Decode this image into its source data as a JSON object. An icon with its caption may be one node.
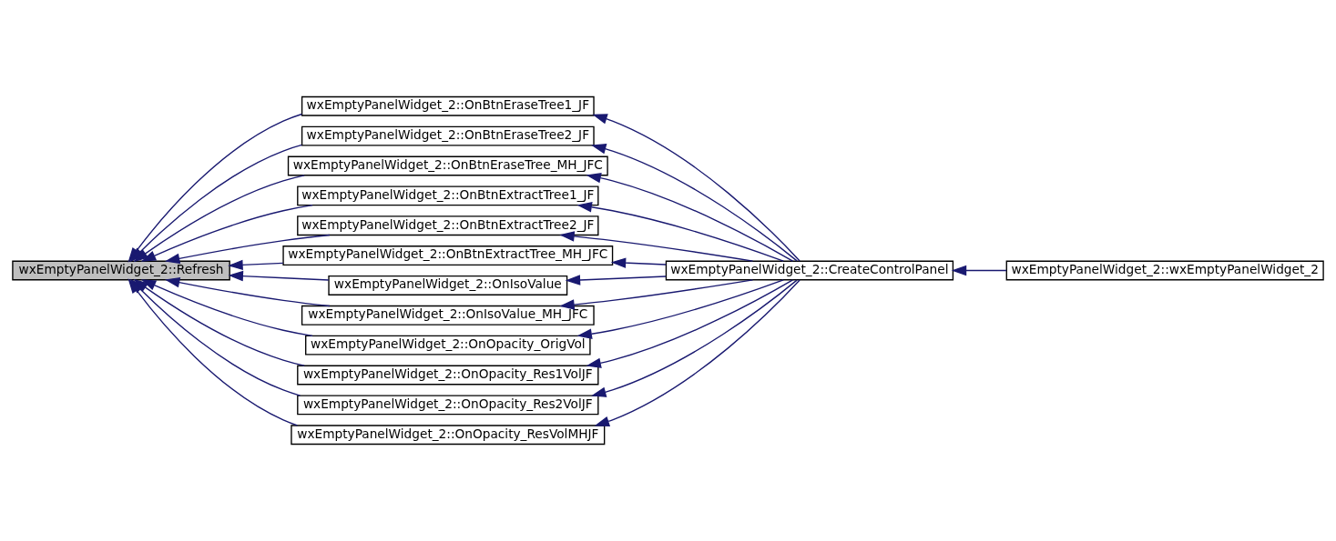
{
  "diagram": {
    "nodes": [
      {
        "text": [
          "wxEmptyPanelWidget_2::Refresh"
        ]
      },
      {
        "text": [
          "wxEmptyPanelWidget_2::OnBtnEraseTree1_JF"
        ]
      },
      {
        "text": [
          "wxEmptyPanelWidget_2::OnBtnEraseTree2_JF"
        ]
      },
      {
        "text": [
          "wxEmptyPanelWidget_2::OnBtnEraseTree_MH_JFC"
        ]
      },
      {
        "text": [
          "wxEmptyPanelWidget_2::OnBtnExtractTree1_JF"
        ]
      },
      {
        "text": [
          "wxEmptyPanelWidget_2::OnBtnExtractTree2_JF"
        ]
      },
      {
        "text": [
          "wxEmptyPanelWidget_2::OnBtnExtractTree_MH_JFC"
        ]
      },
      {
        "text": [
          "wxEmptyPanelWidget_2::OnIsoValue"
        ]
      },
      {
        "text": [
          "wxEmptyPanelWidget_2::OnIsoValue_MH_JFC"
        ]
      },
      {
        "text": [
          "wxEmptyPanelWidget_2::OnOpacity_OrigVol"
        ]
      },
      {
        "text": [
          "wxEmptyPanelWidget_2::OnOpacity_Res1VolJF"
        ]
      },
      {
        "text": [
          "wxEmptyPanelWidget_2::OnOpacity_Res2VolJF"
        ]
      },
      {
        "text": [
          "wxEmptyPanelWidget_2::OnOpacity_ResVolMHJF"
        ]
      },
      {
        "text": [
          "wxEmptyPanelWidget_2::CreateControlPanel"
        ]
      },
      {
        "text": [
          "wxEmptyPanelWidget_2::wxEmptyPanelWidget_2"
        ]
      }
    ],
    "edges": [
      {
        "from": 1,
        "to": 0,
        "arrow": "to"
      },
      {
        "from": 2,
        "to": 0,
        "arrow": "to"
      },
      {
        "from": 3,
        "to": 0,
        "arrow": "to"
      },
      {
        "from": 4,
        "to": 0,
        "arrow": "to"
      },
      {
        "from": 5,
        "to": 0,
        "arrow": "to"
      },
      {
        "from": 6,
        "to": 0,
        "arrow": "to"
      },
      {
        "from": 7,
        "to": 0,
        "arrow": "to"
      },
      {
        "from": 8,
        "to": 0,
        "arrow": "to"
      },
      {
        "from": 9,
        "to": 0,
        "arrow": "to"
      },
      {
        "from": 10,
        "to": 0,
        "arrow": "to"
      },
      {
        "from": 11,
        "to": 0,
        "arrow": "to"
      },
      {
        "from": 12,
        "to": 0,
        "arrow": "to"
      },
      {
        "from": 13,
        "to": 1,
        "arrow": "to"
      },
      {
        "from": 13,
        "to": 2,
        "arrow": "to"
      },
      {
        "from": 13,
        "to": 3,
        "arrow": "to"
      },
      {
        "from": 13,
        "to": 4,
        "arrow": "to"
      },
      {
        "from": 13,
        "to": 5,
        "arrow": "to"
      },
      {
        "from": 13,
        "to": 6,
        "arrow": "to"
      },
      {
        "from": 13,
        "to": 7,
        "arrow": "to"
      },
      {
        "from": 13,
        "to": 8,
        "arrow": "to"
      },
      {
        "from": 13,
        "to": 9,
        "arrow": "to"
      },
      {
        "from": 13,
        "to": 10,
        "arrow": "to"
      },
      {
        "from": 13,
        "to": 11,
        "arrow": "to"
      },
      {
        "from": 13,
        "to": 12,
        "arrow": "to"
      },
      {
        "from": 14,
        "to": 13,
        "arrow": "to"
      }
    ]
  }
}
